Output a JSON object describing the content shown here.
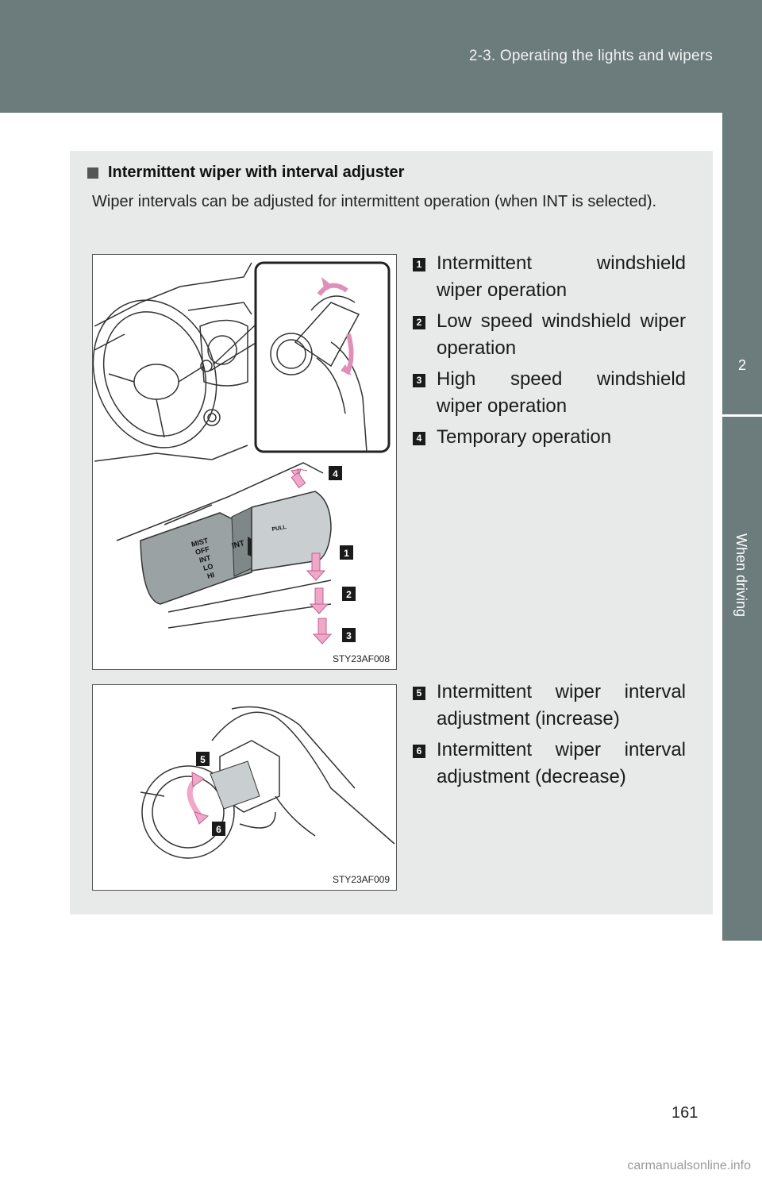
{
  "header": {
    "section": "2-3. Operating the lights and wipers"
  },
  "side_tab": {
    "chapter_number": "2",
    "chapter_name": "When driving"
  },
  "box": {
    "heading": "Intermittent wiper with interval adjuster",
    "intro": "Wiper intervals can be adjusted for intermittent operation (when INT is selected)."
  },
  "figures": [
    {
      "code": "STY23AF008",
      "callouts": [
        "4",
        "1",
        "2",
        "3"
      ],
      "stalk_labels": [
        "MIST",
        "OFF",
        "INT",
        "LO",
        "HI"
      ],
      "ring_label": "INT",
      "knob_label": "PULL"
    },
    {
      "code": "STY23AF009",
      "callouts": [
        "5",
        "6"
      ]
    }
  ],
  "items_group1": [
    {
      "num": "1",
      "line1": "Intermittent windshield",
      "line2": "wiper operation"
    },
    {
      "num": "2",
      "line1": "Low speed windshield wiper",
      "line2": "operation"
    },
    {
      "num": "3",
      "line1": "High speed windshield",
      "line2": "wiper operation"
    },
    {
      "num": "4",
      "line1": "Temporary operation",
      "line2": ""
    }
  ],
  "items_group2": [
    {
      "num": "5",
      "line1": "Intermittent wiper interval",
      "line2": "adjustment (increase)"
    },
    {
      "num": "6",
      "line1": "Intermittent wiper interval",
      "line2": "adjustment (decrease)"
    }
  ],
  "page_number": "161",
  "watermark": "carmanualsonline.info",
  "colors": {
    "header": "#6c7b7b",
    "box": "#e8eaea",
    "arrow": "#f0a8c8"
  }
}
